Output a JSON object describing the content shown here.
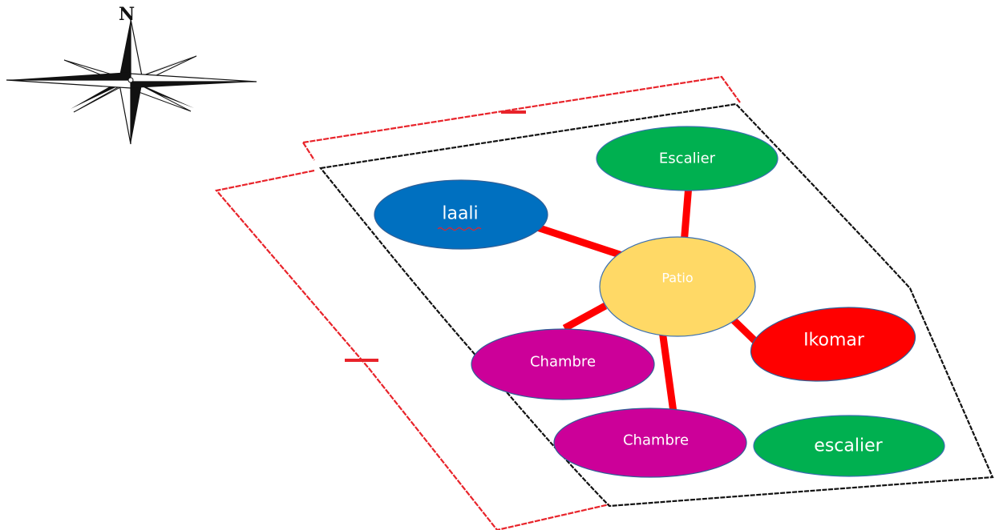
{
  "compass": {
    "north_label": "N",
    "icon": "compass-rose-icon"
  },
  "colors": {
    "boundary_red": "#e8232a",
    "boundary_black": "#111111",
    "link_red": "#ff0000",
    "node_blue": "#0070c0",
    "node_green": "#00b050",
    "node_yellow": "#ffd966",
    "node_red": "#ff0000",
    "node_magenta": "#cc0099"
  },
  "nodes": {
    "patio": {
      "label": "Patio",
      "color": "#ffd966"
    },
    "escalier_top": {
      "label": "Escalier",
      "color": "#00b050"
    },
    "laali": {
      "label": "laali",
      "color": "#0070c0"
    },
    "ikomar": {
      "label": "Ikomar",
      "color": "#ff0000"
    },
    "chambre_left": {
      "label": "Chambre",
      "color": "#cc0099"
    },
    "chambre_bottom": {
      "label": "Chambre",
      "color": "#cc0099"
    },
    "escalier_bottom": {
      "label": "escalier",
      "color": "#00b050"
    }
  },
  "connections": [
    [
      "patio",
      "escalier_top"
    ],
    [
      "patio",
      "laali"
    ],
    [
      "patio",
      "ikomar"
    ],
    [
      "patio",
      "chambre_left"
    ],
    [
      "patio",
      "chambre_bottom"
    ]
  ]
}
